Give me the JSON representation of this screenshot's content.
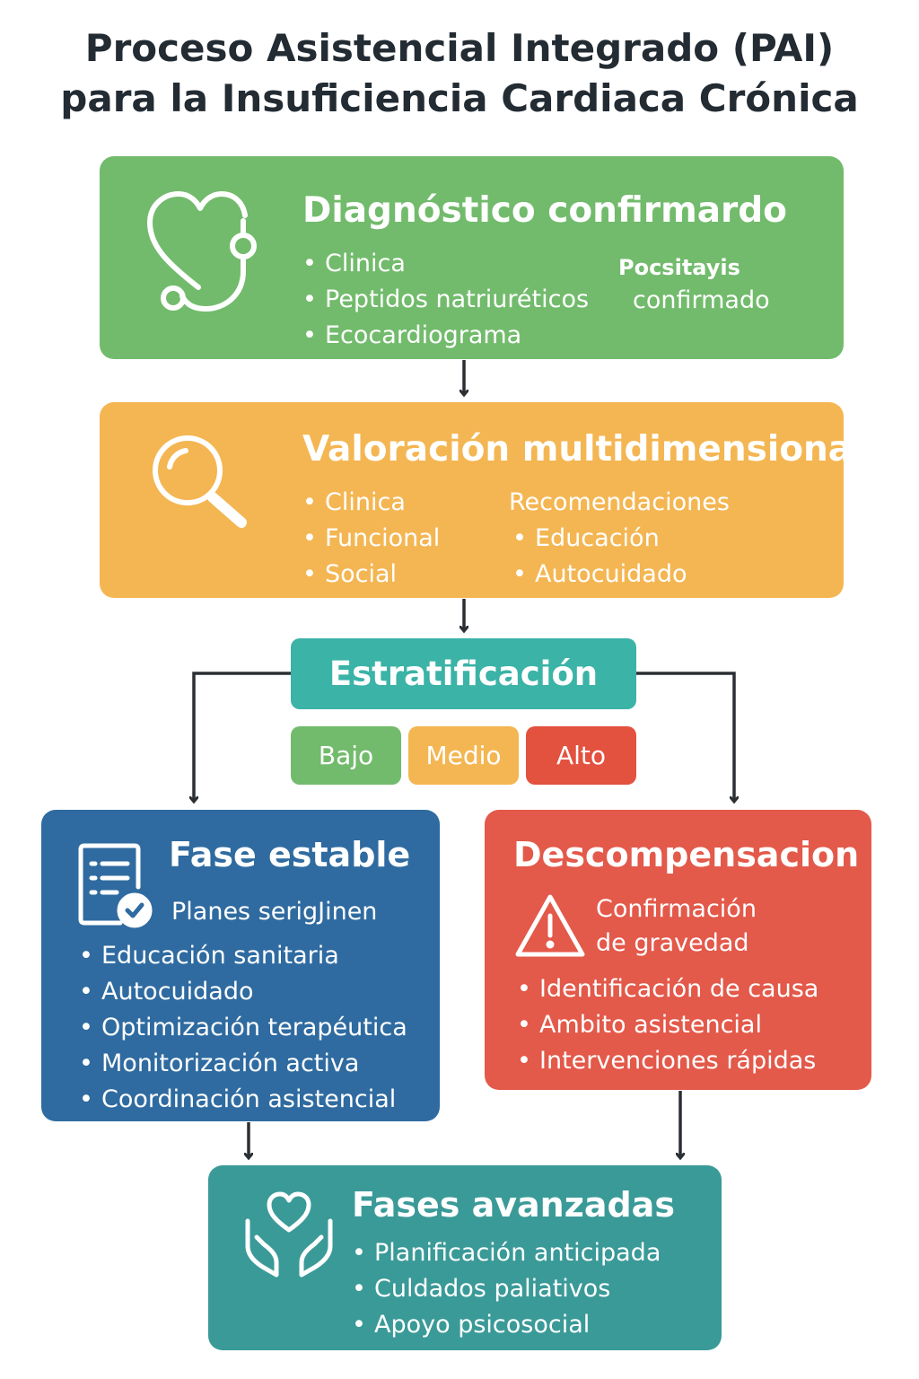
{
  "title": {
    "line1": "Proceso Asistencial Integrado (PAI)",
    "line2": "para la Insuficiencia Cardiaca Crónica"
  },
  "diagnostico": {
    "title": "Diagnóstico confirmardo",
    "items": [
      "Clinica",
      "Peptidos natriuréticos",
      "Ecocardiograma"
    ],
    "side_label_1": "Pocsitayis",
    "side_label_2": "confirmado",
    "icon": "heart-stethoscope-icon"
  },
  "valoracion": {
    "title": "Valoración multidimensional",
    "items": [
      "Clinica",
      "Funcional",
      "Social"
    ],
    "rec_title": "Recomendaciones",
    "rec_items": [
      "Educación",
      "Autocuidado"
    ],
    "icon": "magnifier-icon"
  },
  "estratificacion": {
    "title": "Estratificación",
    "levels": [
      "Bajo",
      "Medio",
      "Alto"
    ]
  },
  "fase_estable": {
    "title": "Fase estable",
    "subtitle": "Planes serigJinen",
    "items": [
      "Educación sanitaria",
      "Autocuidado",
      "Optimización terapéutica",
      "Monitorización activa",
      "Coordinación asistencial"
    ],
    "icon": "checklist-icon"
  },
  "descompensacion": {
    "title": "Descompensacion",
    "warning_line1": "Confirmación",
    "warning_line2": "de gravedad",
    "items": [
      "Identificación de causa",
      "Ambito asistencial",
      "Intervenciones rápidas"
    ],
    "icon": "warning-icon"
  },
  "fases_avanzadas": {
    "title": "Fases avanzadas",
    "items": [
      "Planificación anticipada",
      "Culdados paliativos",
      "Apoyo psicosocial"
    ],
    "icon": "hands-heart-icon"
  },
  "colors": {
    "green": "#72bb6c",
    "orange": "#f4b652",
    "teal": "#3bb3a7",
    "red": "#e3513f",
    "blue": "#2f6ba0",
    "dark_teal": "#3a9a98",
    "arrow": "#2b2f33"
  }
}
